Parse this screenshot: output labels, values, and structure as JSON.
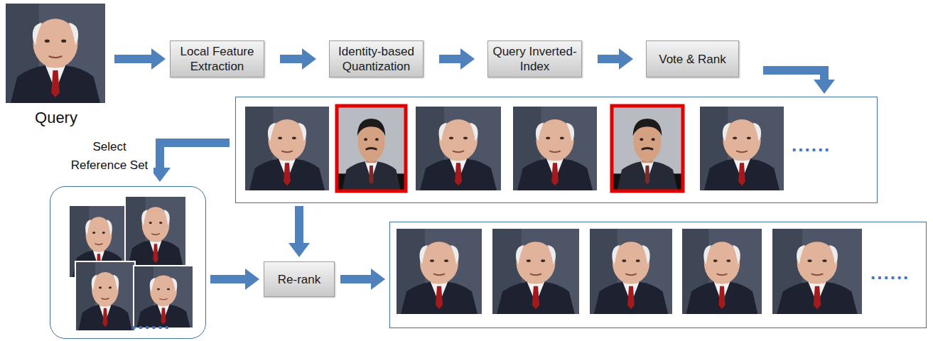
{
  "diagram": {
    "nodes": [
      {
        "text": [
          "Query"
        ]
      },
      {
        "text": [
          "Local Feature Extraction"
        ]
      },
      {
        "text": [
          "Identity-based Quantization"
        ]
      },
      {
        "text": [
          "Query Inverted-Index"
        ]
      },
      {
        "text": [
          "Vote & Rank"
        ]
      },
      {
        "text": [
          "......"
        ]
      },
      {
        "text": [
          "......"
        ]
      },
      {
        "text": [
          "Re-rank"
        ]
      },
      {
        "text": [
          "......"
        ]
      }
    ],
    "edges": [
      {
        "from": 0,
        "to": 1,
        "arrow": "to"
      },
      {
        "from": 1,
        "to": 2,
        "arrow": "to"
      },
      {
        "from": 2,
        "to": 3,
        "arrow": "to"
      },
      {
        "from": 3,
        "to": 4,
        "arrow": "to"
      },
      {
        "from": 4,
        "to": 5,
        "arrow": "to"
      },
      {
        "from": 5,
        "to": 6,
        "arrow": "to",
        "label": "Select Reference Set"
      },
      {
        "from": 5,
        "to": 7,
        "arrow": "to"
      },
      {
        "from": 6,
        "to": 7,
        "arrow": "to"
      },
      {
        "from": 7,
        "to": 8,
        "arrow": "to"
      }
    ]
  }
}
